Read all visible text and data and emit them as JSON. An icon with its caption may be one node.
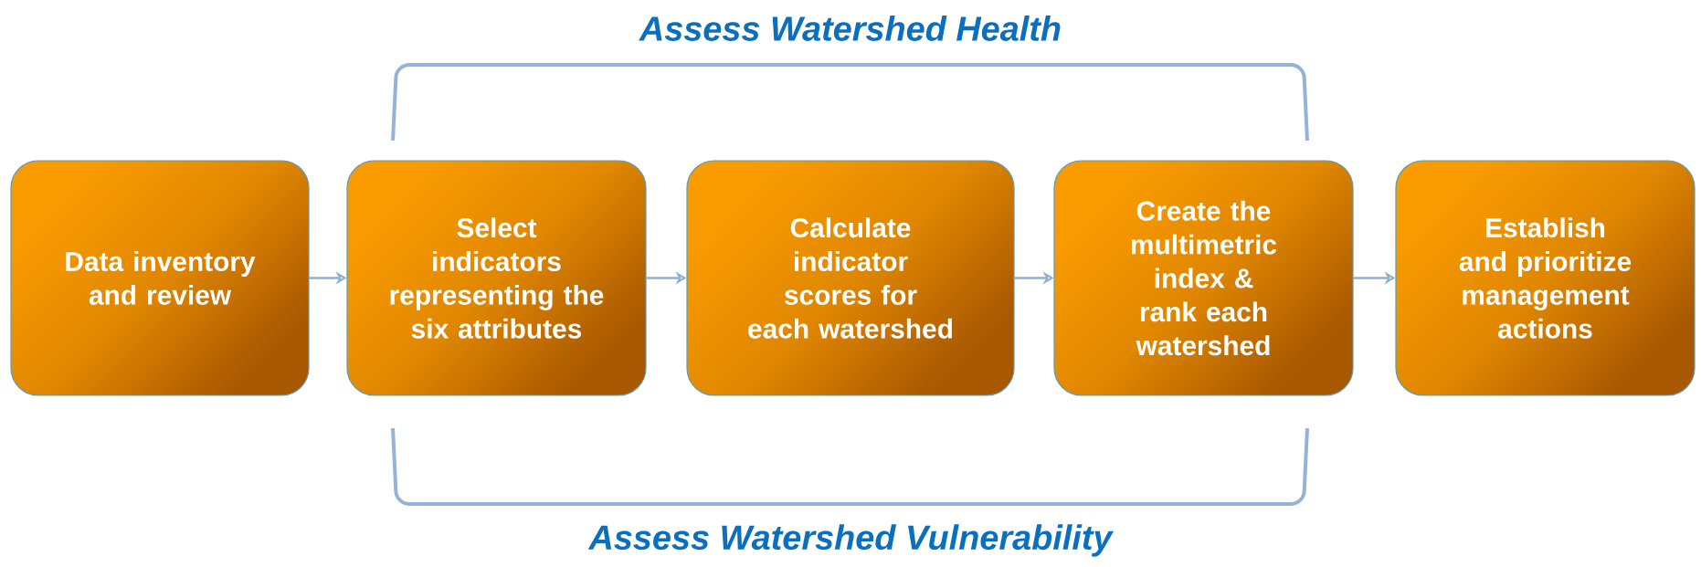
{
  "diagram": {
    "nodes": [
      {
        "text": [
          "Data inventory and review"
        ]
      },
      {
        "text": [
          "Select indicators representing the six attributes"
        ]
      },
      {
        "text": [
          "Calculate indicator scores for each watershed"
        ]
      },
      {
        "text": [
          "Create the multimetric index & rank each watershed"
        ]
      },
      {
        "text": [
          "Establish and prioritize management actions"
        ]
      }
    ],
    "edges": [
      {
        "from": 0,
        "to": 1,
        "arrow": "to"
      },
      {
        "from": 1,
        "to": 2,
        "arrow": "to"
      },
      {
        "from": 2,
        "to": 3,
        "arrow": "to"
      },
      {
        "from": 3,
        "to": 4,
        "arrow": "to"
      }
    ],
    "labels": [
      "Assess Watershed Health",
      "Assess Watershed Vulnerability"
    ]
  }
}
